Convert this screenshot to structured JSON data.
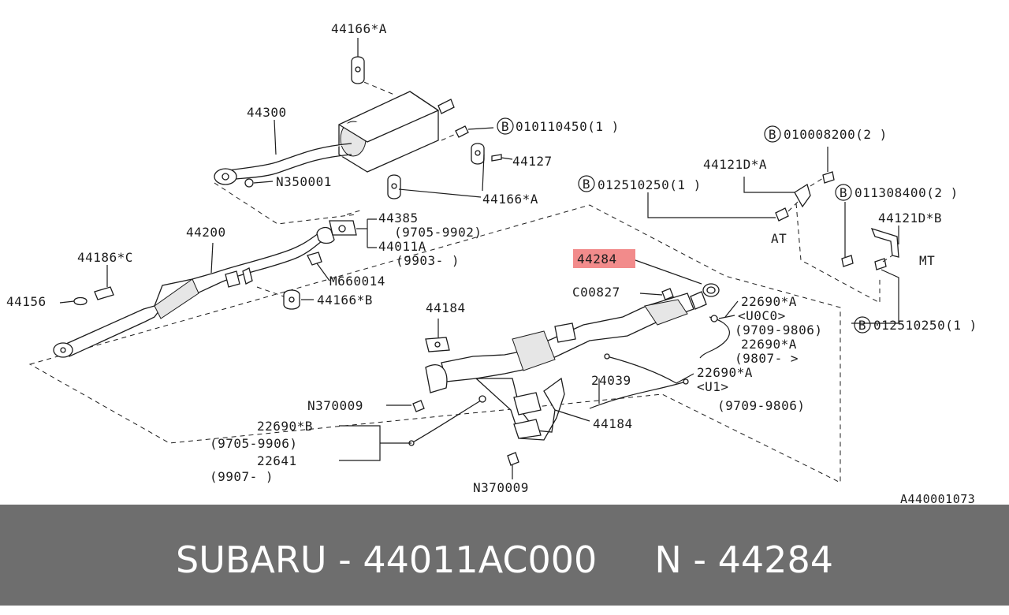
{
  "diagram": {
    "highlight_color": "#f28b8b",
    "labels": {
      "l44166a_top": "44166*A",
      "l44300": "44300",
      "lB010110450": "010110450(1 )",
      "l44127": "44127",
      "lN350001": "N350001",
      "l44166a_bottom": "44166*A",
      "l44200": "44200",
      "l44385": "44385",
      "l9705_9902": "(9705-9902)",
      "l44011A": "44011A",
      "l9903": "(9903-   )",
      "lM660014": "M660014",
      "l44186c": "44186*C",
      "l44156": "44156",
      "l44166b": "44166*B",
      "l44184_top": "44184",
      "lN370009_left": "N370009",
      "l22690b": "22690*B",
      "l9705_9906": "(9705-9906)",
      "l22641": "22641",
      "l9907": "(9907-   )",
      "lN370009_bottom": "N370009",
      "l44184_bottom": "44184",
      "l24039": "24039",
      "l22690a_1": "22690*A",
      "lU0C0": "<U0C0>",
      "l9709_9806_a": "(9709-9806)",
      "l22690a_2": "22690*A",
      "l9807": "(9807-   >",
      "l22690a_3": "22690*A",
      "lU1": "<U1>",
      "l9709_9806_b": "(9709-9806)",
      "l44284": "44284",
      "lC00827": "C00827",
      "lB010008200": "010008200(2 )",
      "l44121db": "44121D*B",
      "l44121da": "44121D*A",
      "lB012510250_left": "012510250(1 )",
      "lB011308400": "011308400(2 )",
      "lAT": "AT",
      "lMT": "MT",
      "lB012510250_right": "012510250(1 )",
      "diagram_code": "A440001073",
      "circled_b": "B"
    }
  },
  "footer": {
    "text": "SUBARU - 44011AC000     N - 44284"
  }
}
